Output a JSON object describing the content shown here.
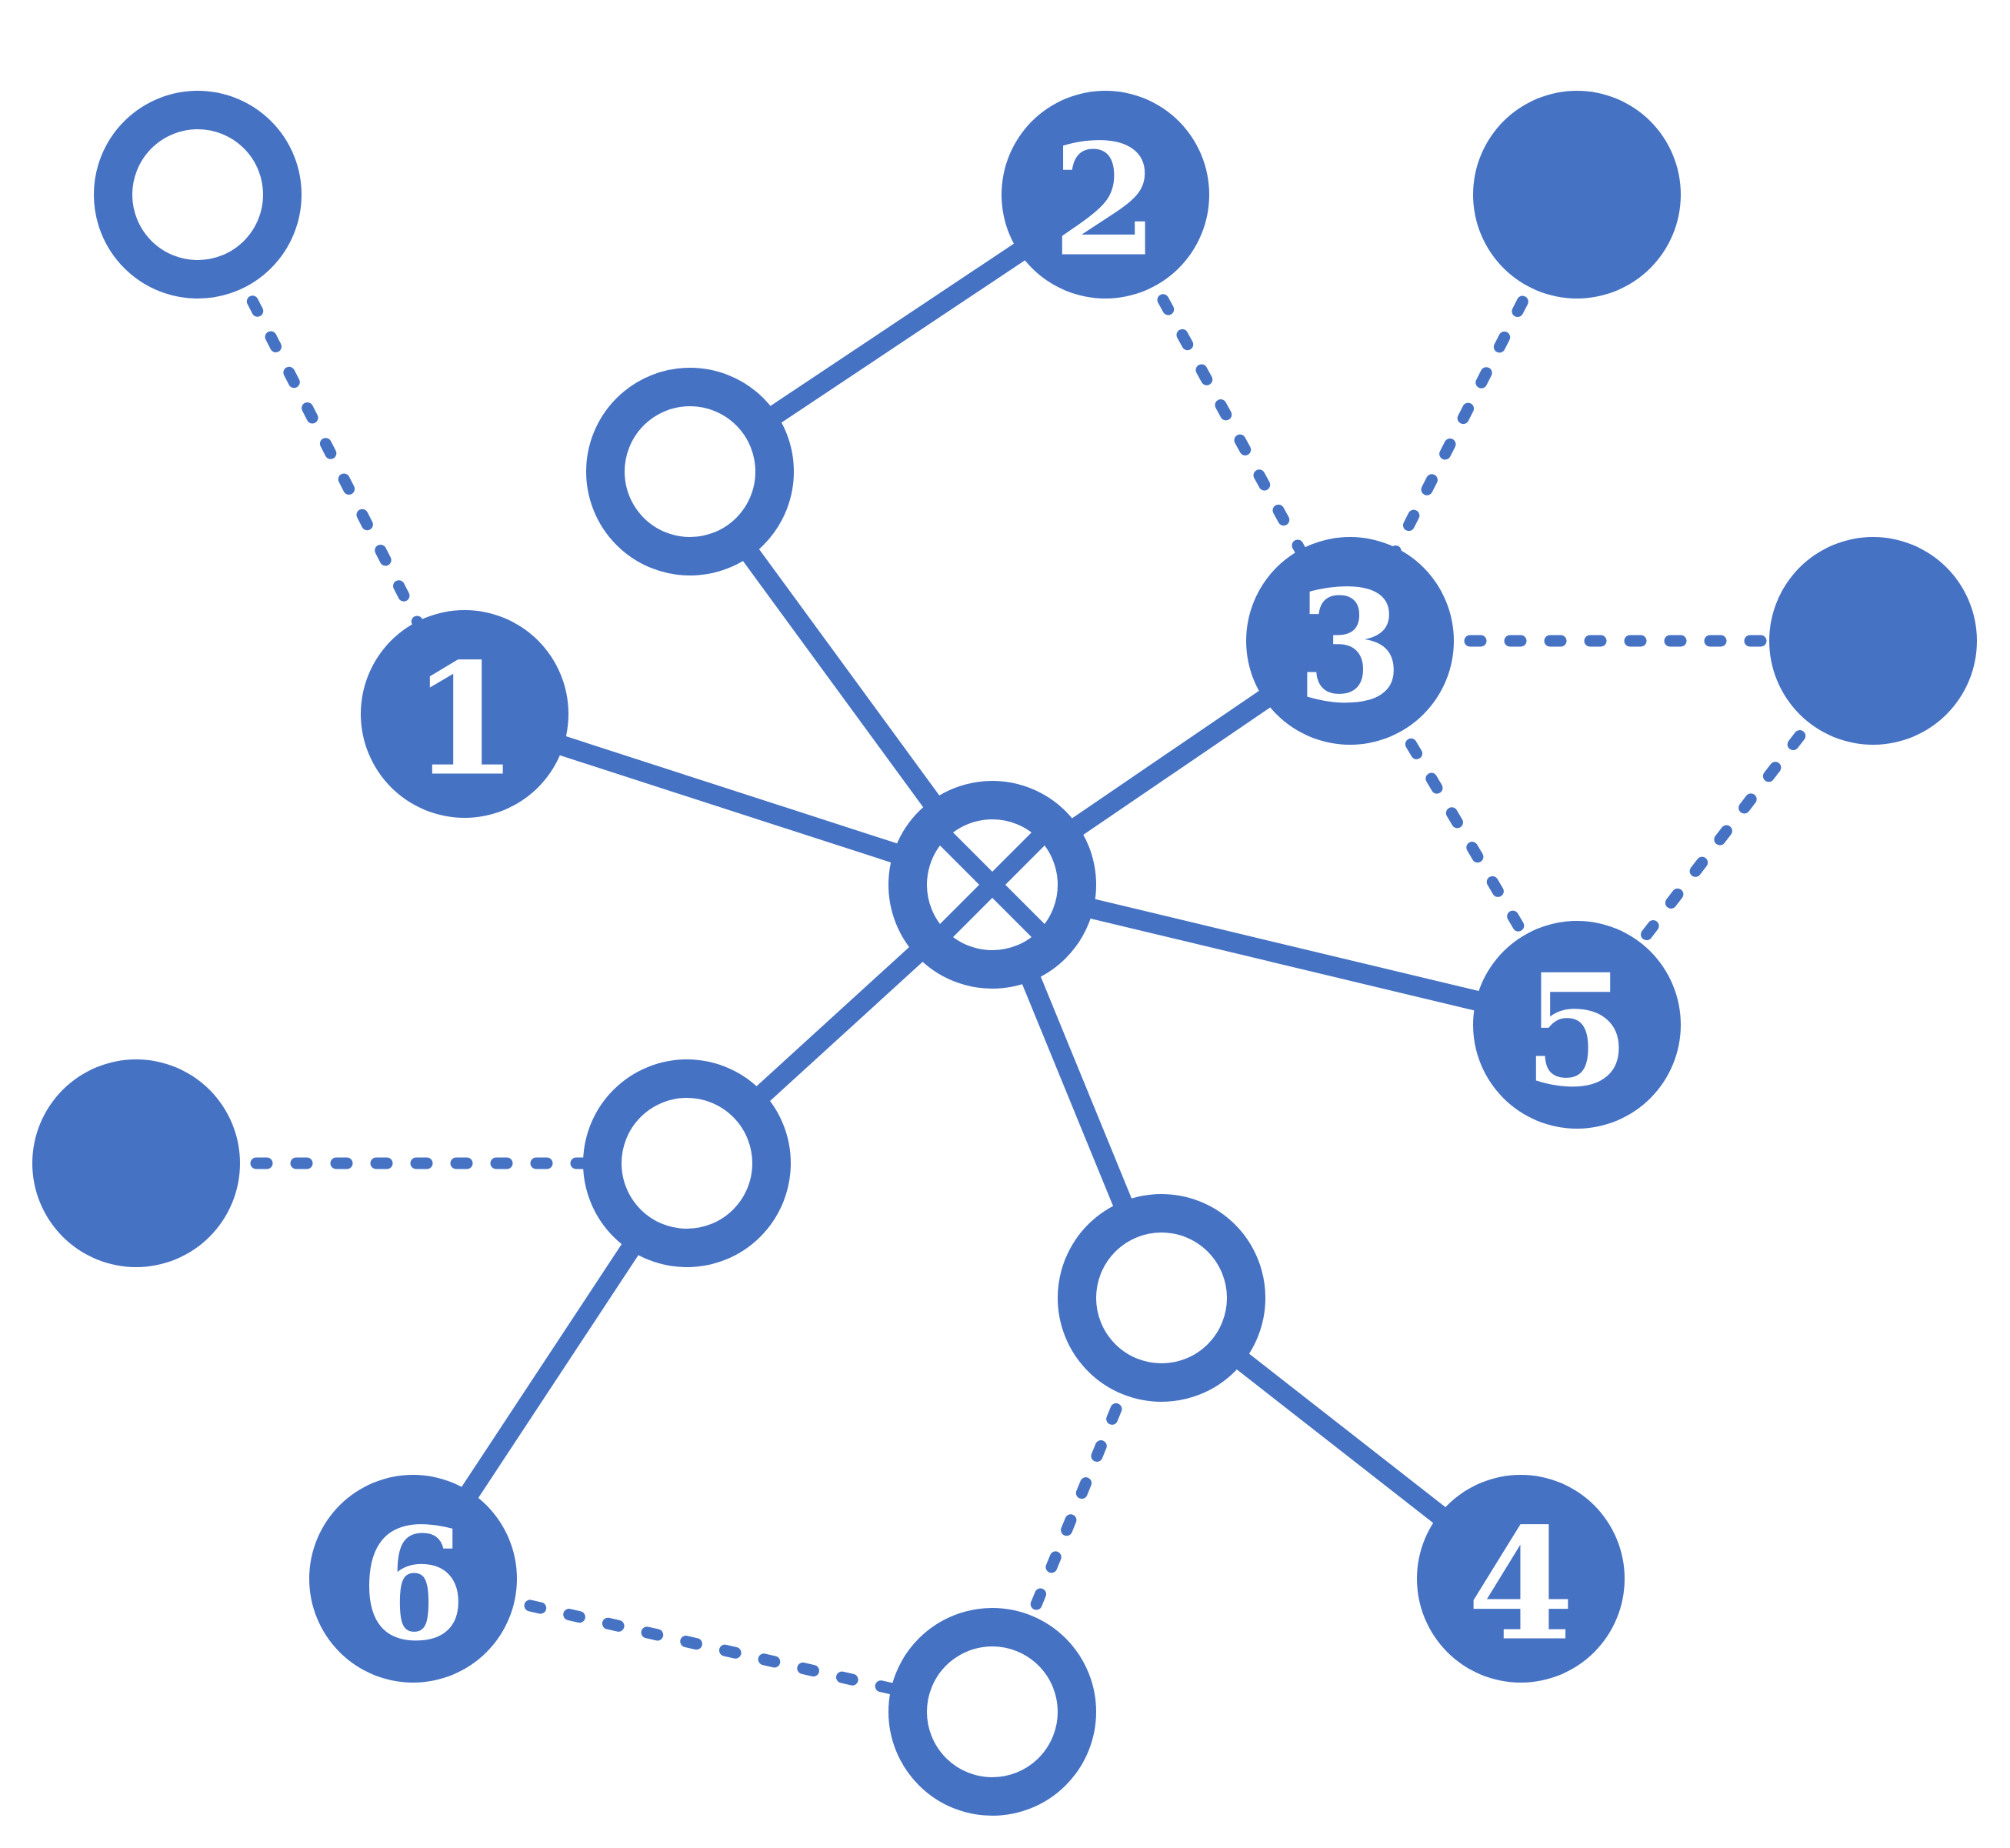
{
  "colors": {
    "primary": "#4672c4",
    "background": "#ffffff",
    "label": "#ffffff"
  },
  "nodes": [
    {
      "id": "n1",
      "label": "1",
      "style": "filled"
    },
    {
      "id": "n2",
      "label": "2",
      "style": "filled"
    },
    {
      "id": "n3",
      "label": "3",
      "style": "filled"
    },
    {
      "id": "n4",
      "label": "4",
      "style": "filled"
    },
    {
      "id": "n5",
      "label": "5",
      "style": "filled"
    },
    {
      "id": "n6",
      "label": "6",
      "style": "filled"
    },
    {
      "id": "top-right",
      "label": "",
      "style": "filled"
    },
    {
      "id": "right",
      "label": "",
      "style": "filled"
    },
    {
      "id": "left",
      "label": "",
      "style": "filled"
    },
    {
      "id": "top-left",
      "label": "",
      "style": "hollow"
    },
    {
      "id": "upper-mid",
      "label": "",
      "style": "hollow"
    },
    {
      "id": "center",
      "label": "",
      "style": "hollow-cross"
    },
    {
      "id": "lower-left",
      "label": "",
      "style": "hollow"
    },
    {
      "id": "lower-right",
      "label": "",
      "style": "hollow"
    },
    {
      "id": "bottom",
      "label": "",
      "style": "hollow"
    }
  ],
  "edges": [
    {
      "from": "upper-mid",
      "to": "n2",
      "style": "solid"
    },
    {
      "from": "upper-mid",
      "to": "center",
      "style": "solid"
    },
    {
      "from": "n1",
      "to": "center",
      "style": "solid"
    },
    {
      "from": "n3",
      "to": "center",
      "style": "solid"
    },
    {
      "from": "center",
      "to": "n5",
      "style": "solid"
    },
    {
      "from": "center",
      "to": "lower-left",
      "style": "solid"
    },
    {
      "from": "center",
      "to": "lower-right",
      "style": "solid"
    },
    {
      "from": "lower-left",
      "to": "n6",
      "style": "solid"
    },
    {
      "from": "lower-right",
      "to": "n4",
      "style": "solid"
    },
    {
      "from": "top-left",
      "to": "n1",
      "style": "dotted"
    },
    {
      "from": "n2",
      "to": "n3",
      "style": "dotted"
    },
    {
      "from": "top-right",
      "to": "n3",
      "style": "dotted"
    },
    {
      "from": "n3",
      "to": "right",
      "style": "dotted"
    },
    {
      "from": "n3",
      "to": "n5",
      "style": "dotted"
    },
    {
      "from": "right",
      "to": "n5",
      "style": "dotted"
    },
    {
      "from": "left",
      "to": "lower-left",
      "style": "dotted"
    },
    {
      "from": "n6",
      "to": "bottom",
      "style": "dotted"
    },
    {
      "from": "lower-right",
      "to": "bottom",
      "style": "dotted"
    }
  ]
}
